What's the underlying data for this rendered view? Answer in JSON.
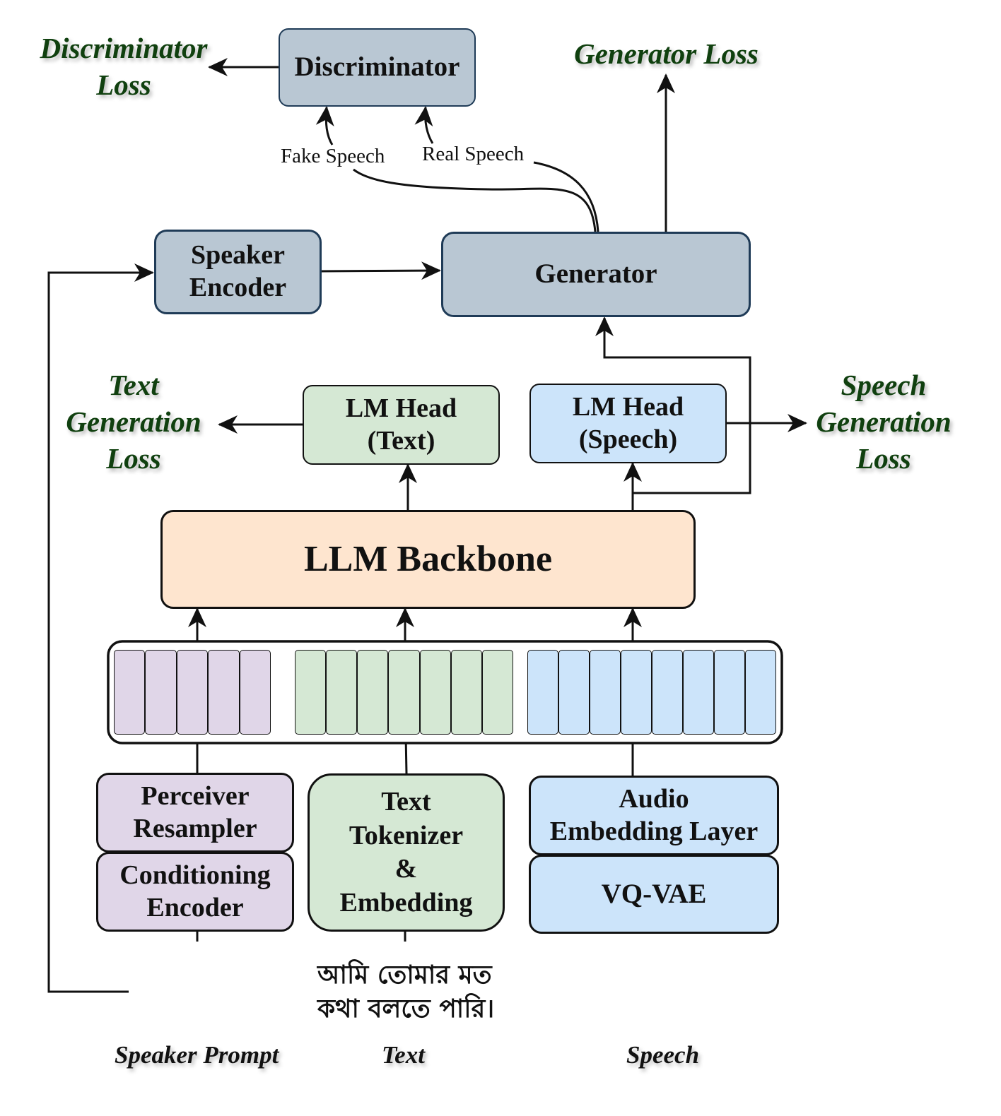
{
  "colors": {
    "loss_text": "#10400f",
    "gray_box": "#b9c7d3",
    "green_box": "#d5e8d4",
    "blue_box": "#cce4fa",
    "purple_box": "#e0d6e8",
    "orange_box": "#fee5cf"
  },
  "nodes": {
    "discriminator": "Discriminator",
    "speaker_encoder": "Speaker\nEncoder",
    "generator": "Generator",
    "lm_head_text": "LM Head\n(Text)",
    "lm_head_speech": "LM Head\n(Speech)",
    "llm_backbone": "LLM Backbone",
    "perceiver_resampler": "Perceiver\nResampler",
    "conditioning_encoder": "Conditioning\nEncoder",
    "text_tokenizer": "Text\nTokenizer\n&\nEmbedding",
    "audio_embedding": "Audio\nEmbedding Layer",
    "vq_vae": "VQ-VAE"
  },
  "losses": {
    "discriminator": "Discriminator\nLoss",
    "generator": "Generator Loss",
    "text_generation": "Text\nGeneration\nLoss",
    "speech_generation": "Speech\nGeneration\nLoss"
  },
  "edge_labels": {
    "fake_speech": "Fake Speech",
    "real_speech": "Real Speech"
  },
  "inputs": {
    "speaker_prompt": "Speaker Prompt",
    "text": "Text",
    "speech": "Speech",
    "bengali_text": "আমি তোমার মত\nকথা বলতে পারি।"
  },
  "token_groups": {
    "speaker_tokens": 5,
    "text_tokens": 7,
    "speech_tokens": 8
  }
}
